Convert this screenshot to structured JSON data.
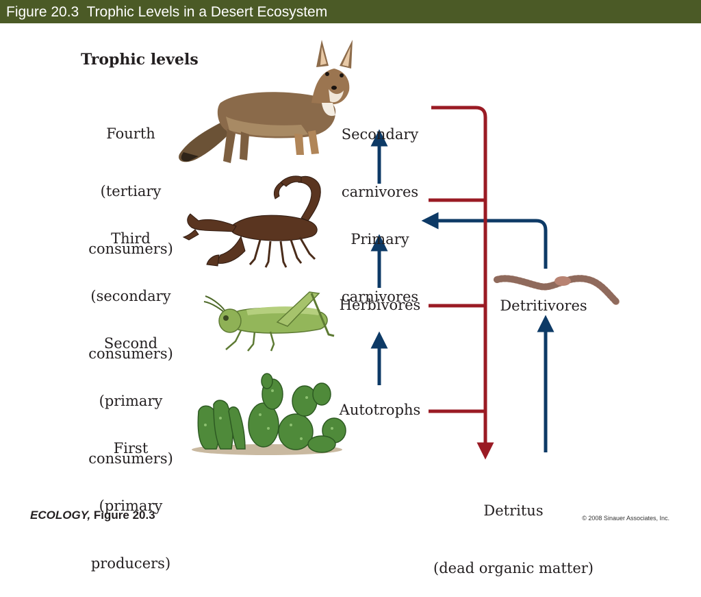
{
  "header": {
    "title": "Figure 20.3  Trophic Levels in a Desert Ecosystem"
  },
  "trophic_levels": {
    "heading": "Trophic levels",
    "levels": [
      {
        "line1": "Fourth",
        "line2": "(tertiary",
        "line3": "consumers)"
      },
      {
        "line1": "Third",
        "line2": "(secondary",
        "line3": "consumers)"
      },
      {
        "line1": "Second",
        "line2": "(primary",
        "line3": "consumers)"
      },
      {
        "line1": "First",
        "line2": "(primary",
        "line3": "producers)"
      }
    ]
  },
  "groups": {
    "secondary_carnivores": {
      "line1": "Secondary",
      "line2": "carnivores"
    },
    "primary_carnivores": {
      "line1": "Primary",
      "line2": "carnivores"
    },
    "herbivores": "Herbivores",
    "autotrophs": "Autotrophs",
    "detritivores": "Detritivores",
    "detritus": {
      "line1": "Detritus",
      "line2": "(dead organic matter)"
    }
  },
  "organisms": [
    "fox",
    "scorpion",
    "grasshopper",
    "cactus",
    "earthworm"
  ],
  "colors": {
    "energy_flow": "#0d3a66",
    "to_detritus": "#9a1b24",
    "title_bar": "#4b5a26"
  },
  "footer": {
    "book": "ECOLOGY,",
    "figure": " Figure 20.3",
    "copyright": "© 2008 Sinauer Associates, Inc."
  }
}
